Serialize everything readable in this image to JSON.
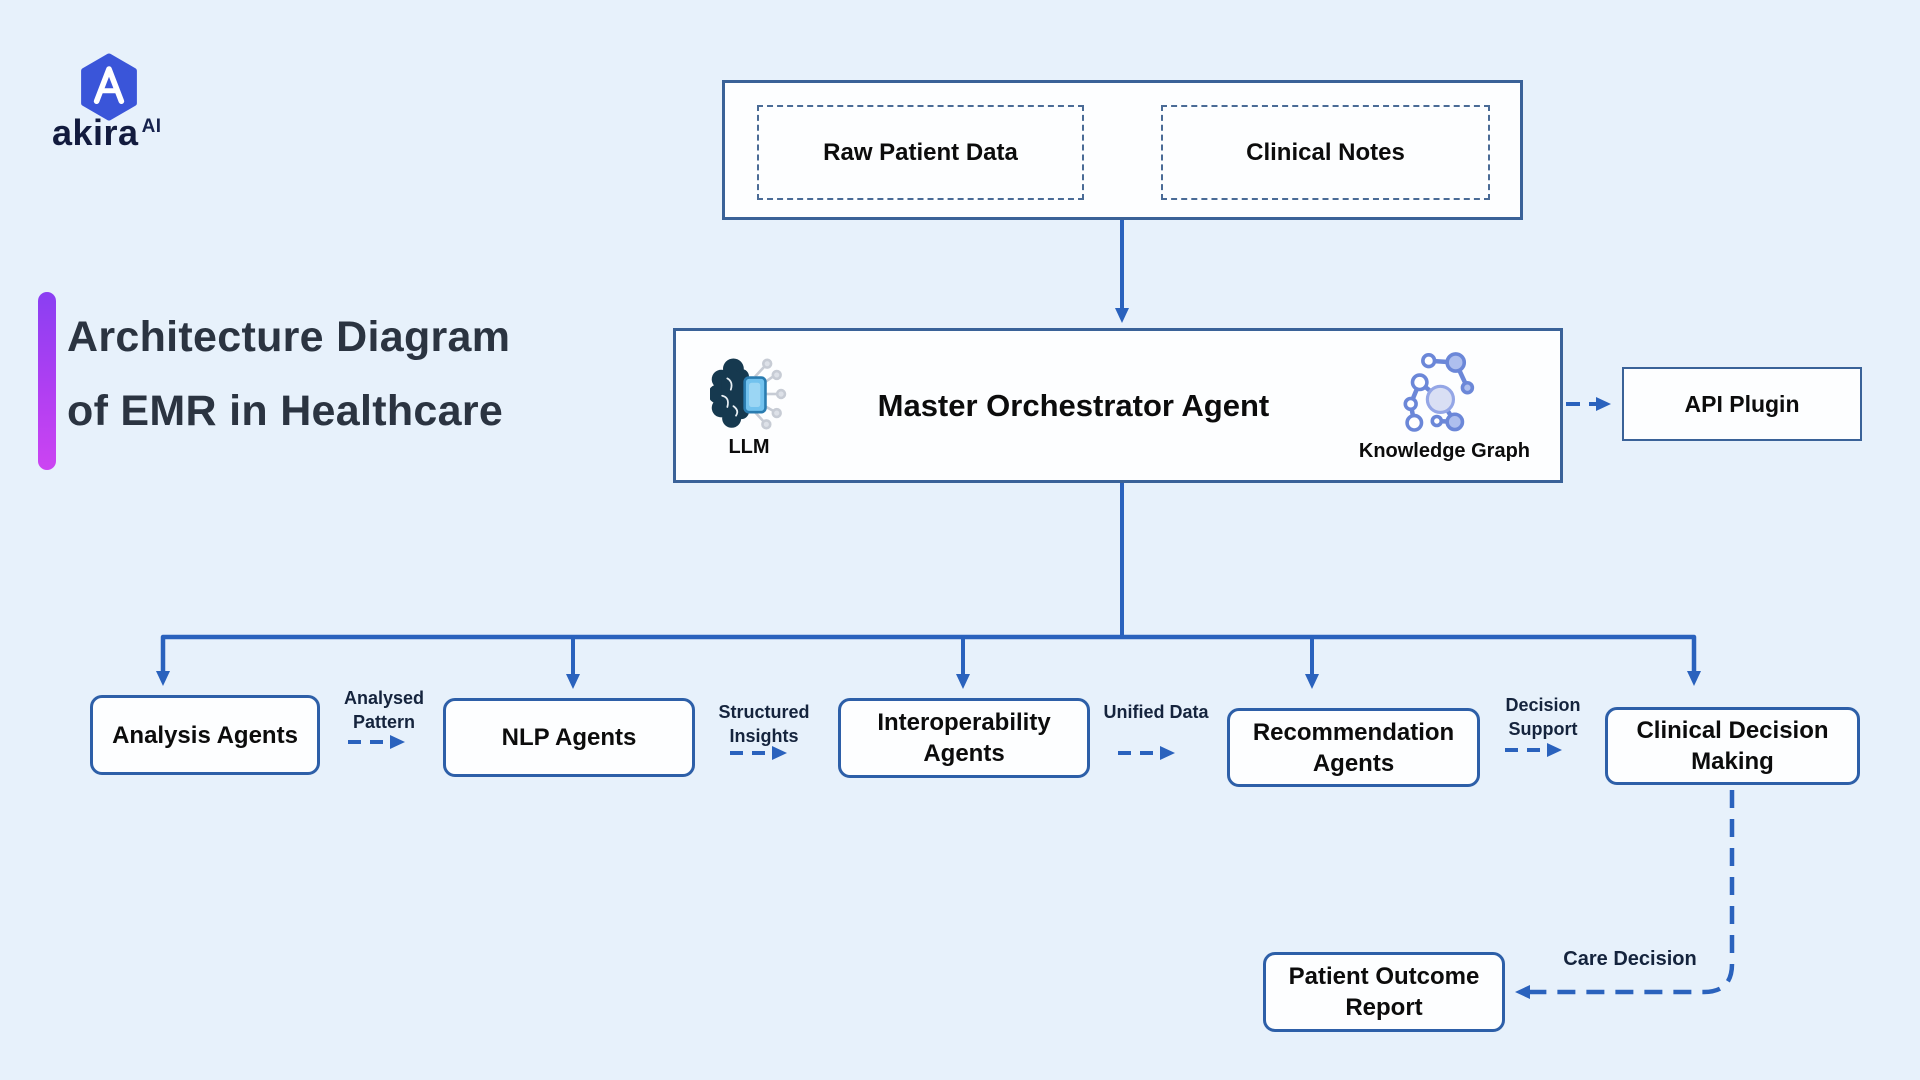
{
  "brand": {
    "name": "akira",
    "superscript": "AI"
  },
  "title": {
    "line1": "Architecture Diagram",
    "line2": "of EMR in Healthcare"
  },
  "inputs": {
    "raw_patient_data": "Raw Patient Data",
    "clinical_notes": "Clinical Notes"
  },
  "orchestrator": {
    "title": "Master Orchestrator Agent",
    "llm_label": "LLM",
    "knowledge_graph_label": "Knowledge Graph"
  },
  "api_plugin": {
    "label": "API Plugin"
  },
  "agents": {
    "analysis": "Analysis Agents",
    "nlp": "NLP Agents",
    "interoperability": "Interoperability Agents",
    "recommendation": "Recommendation Agents",
    "clinical_decision": "Clinical Decision Making"
  },
  "flow_labels": {
    "analysed_pattern": "Analysed Pattern",
    "structured_insights": "Structured Insights",
    "unified_data": "Unified Data",
    "decision_support": "Decision Support",
    "care_decision": "Care Decision"
  },
  "outcome": {
    "label": "Patient Outcome Report"
  },
  "colors": {
    "background": "#e7f1fb",
    "connector": "#2a62bd",
    "node_border": "#2d5fa8",
    "container_border": "#3a6298",
    "dashed_border": "#4a6b96",
    "accent_gradient_start": "#8a3ff2",
    "accent_gradient_end": "#cc44f2",
    "logo_blue": "#3a55d9",
    "title_text": "#2b3441"
  }
}
